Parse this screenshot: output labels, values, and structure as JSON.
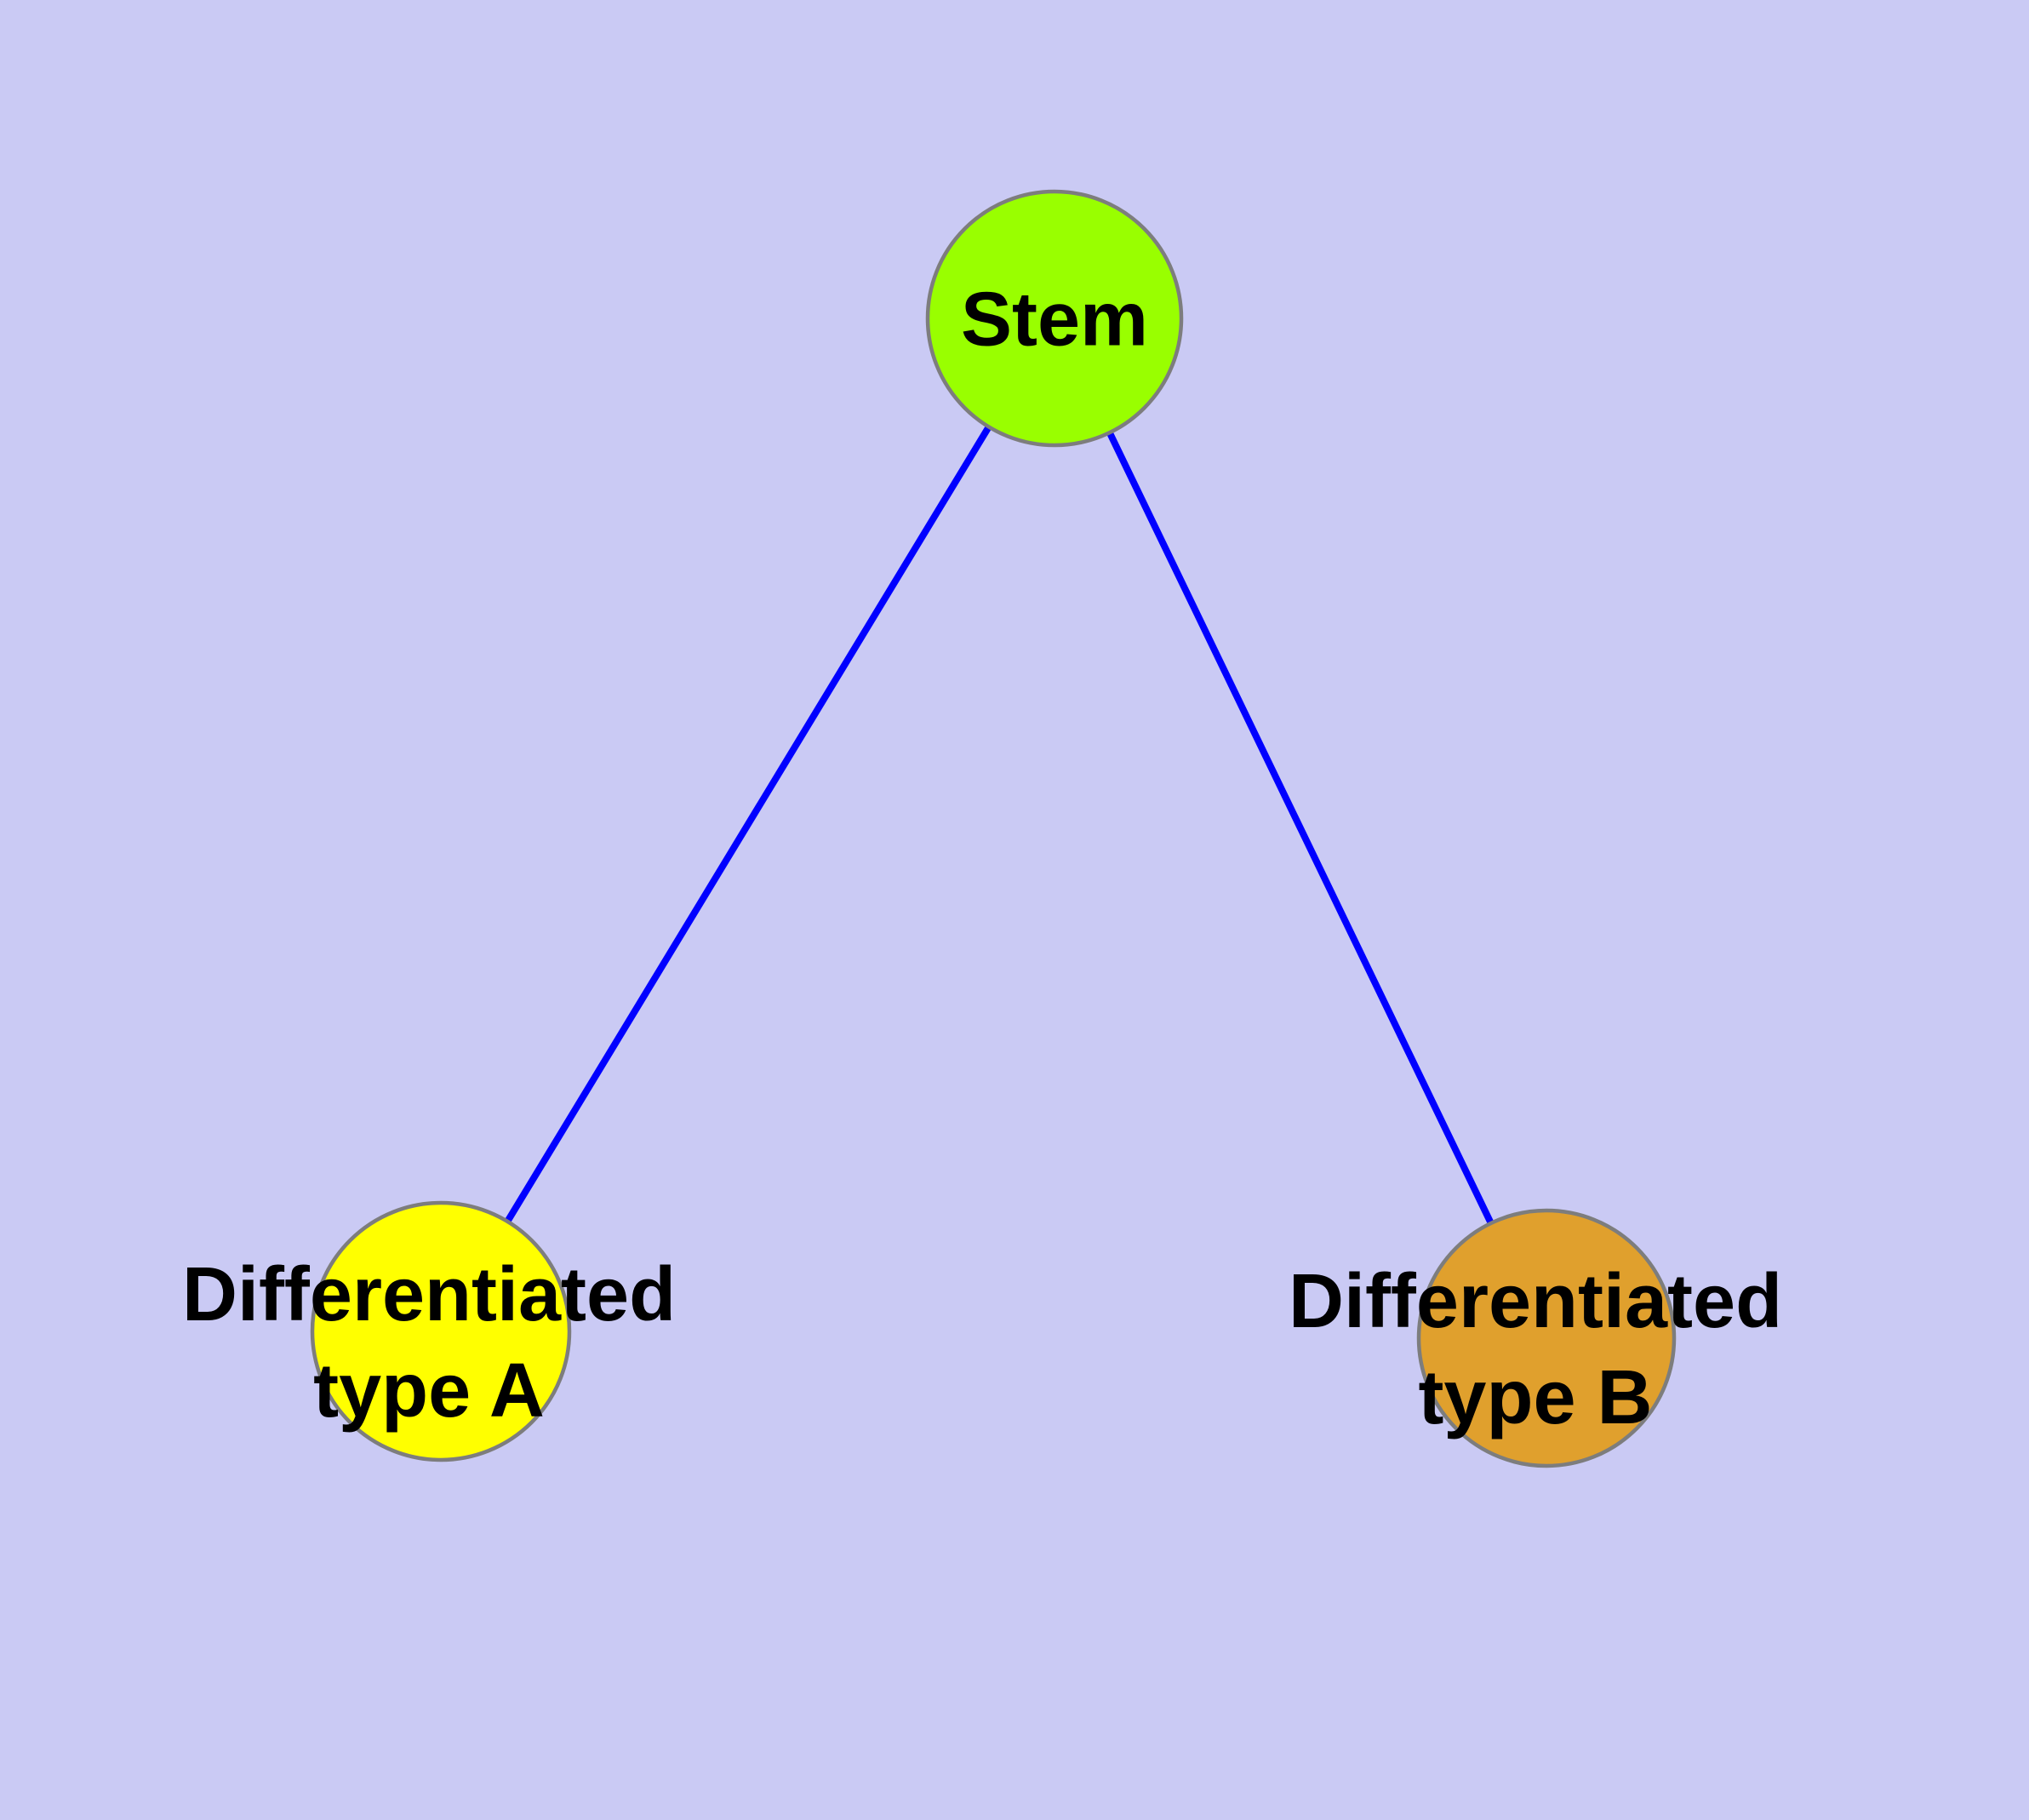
{
  "diagram": {
    "background_color": "#cacaf4",
    "edge_color": "#0000ff",
    "node_border_color": "#7d7d7d",
    "text_color": "#000000",
    "nodes": {
      "stem": {
        "label": "Stem",
        "fill": "#99ff00"
      },
      "type_a": {
        "label_line1": "Differentiated",
        "label_line2": "type A",
        "fill": "#ffff00"
      },
      "type_b": {
        "label_line1": "Differentiated",
        "label_line2": "type B",
        "fill": "#e0a02d"
      }
    },
    "edges": [
      {
        "from": "stem",
        "to": "type_a"
      },
      {
        "from": "stem",
        "to": "type_b"
      }
    ]
  }
}
